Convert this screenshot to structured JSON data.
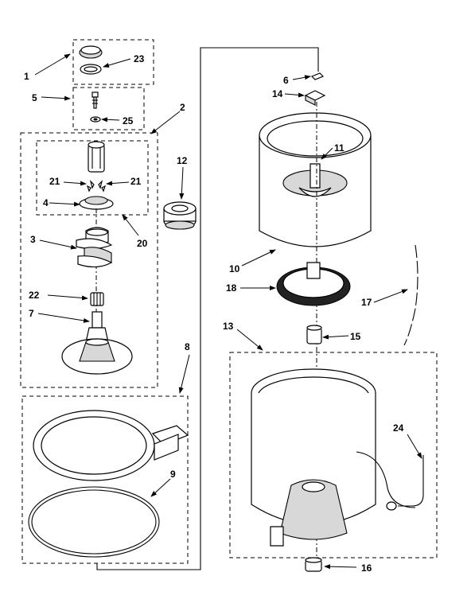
{
  "callouts": {
    "c1": "1",
    "c2": "2",
    "c3": "3",
    "c4": "4",
    "c5": "5",
    "c6": "6",
    "c7": "7",
    "c8": "8",
    "c9": "9",
    "c10": "10",
    "c11": "11",
    "c12": "12",
    "c13": "13",
    "c14": "14",
    "c15": "15",
    "c16": "16",
    "c17": "17",
    "c18": "18",
    "c20": "20",
    "c21a": "21",
    "c21b": "21",
    "c22": "22",
    "c23": "23",
    "c24": "24",
    "c25": "25"
  }
}
